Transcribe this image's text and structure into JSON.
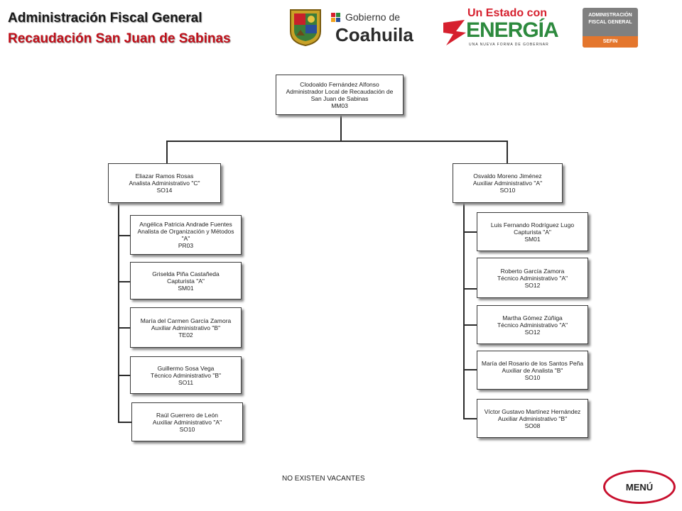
{
  "header": {
    "title": "Administración Fiscal General",
    "subtitle": "Recaudación San Juan de Sabinas"
  },
  "logos": {
    "gobierno_line1": "Gobierno de",
    "gobierno_line2": "Coahuila",
    "estado_line1": "Un Estado con",
    "estado_line2": "ENERGÍA",
    "estado_tagline": "UNA NUEVA FORMA DE GOBERNAR",
    "afg_line1": "ADMINISTRACIÓN",
    "afg_line2": "FISCAL GENERAL",
    "afg_line3": "SEFIN",
    "colors": {
      "red": "#d6202e",
      "green": "#2d8a3e",
      "gray": "#808080",
      "orange": "#e4762d"
    }
  },
  "org": {
    "root": {
      "name": "Clodoaldo Fernández Alfonso",
      "position": "Administrador Local de Recaudación de",
      "position2": "San Juan de Sabinas",
      "code": "MM03"
    },
    "left_head": {
      "name": "Eliazar Ramos Rosas",
      "position": "Analista Administrativo \"C\"",
      "code": "SO14"
    },
    "right_head": {
      "name": "Osvaldo Moreno Jiménez",
      "position": "Auxiliar Administrativo \"A\"",
      "code": "SO10"
    },
    "left_staff": [
      {
        "name": "Angélica Patricia Andrade Fuentes",
        "position": "Analista de Organización y Métodos",
        "position2": "\"A\"",
        "code": "PR03"
      },
      {
        "name": "Griselda Piña Castañeda",
        "position": "Capturista \"A\"",
        "code": "SM01"
      },
      {
        "name": "María del Carmen García Zamora",
        "position": "Auxiliar Administrativo \"B\"",
        "code": "TE02"
      },
      {
        "name": "Guillermo Sosa Vega",
        "position": "Técnico Administrativo \"B\"",
        "code": "SO11"
      },
      {
        "name": "Raúl Guerrero de León",
        "position": "Auxiliar Administrativo \"A\"",
        "code": "SO10"
      }
    ],
    "right_staff": [
      {
        "name": "Luis Fernando Rodríguez Lugo",
        "position": "Capturista \"A\"",
        "code": "SM01"
      },
      {
        "name": "Roberto García Zamora",
        "position": "Técnico Administrativo \"A\"",
        "code": "SO12"
      },
      {
        "name": "Martha Gómez Zúñiga",
        "position": "Técnico Administrativo \"A\"",
        "code": "SO12"
      },
      {
        "name": "María del Rosario de los Santos Peña",
        "position": "Auxiliar de Analista \"B\"",
        "code": "SO10"
      },
      {
        "name": "Víctor Gustavo Martínez Hernández",
        "position": "Auxiliar Administrativo \"B\"",
        "code": "SO08"
      }
    ]
  },
  "footer": {
    "note": "NO EXISTEN VACANTES",
    "menu_label": "MENÚ"
  }
}
